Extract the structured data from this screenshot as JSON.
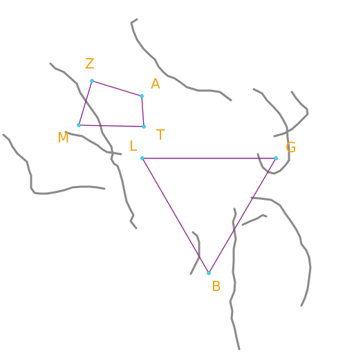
{
  "points": [
    {
      "id": "Z",
      "label": "Z"
    },
    {
      "id": "A",
      "label": "A"
    },
    {
      "id": "T",
      "label": "T"
    },
    {
      "id": "M",
      "label": "M"
    },
    {
      "id": "L",
      "label": "L"
    },
    {
      "id": "G",
      "label": "G"
    },
    {
      "id": "B",
      "label": "B"
    }
  ],
  "shapes": [
    {
      "name": "quadrilateral",
      "vertices": [
        "Z",
        "A",
        "T",
        "M"
      ]
    },
    {
      "name": "triangle",
      "vertices": [
        "L",
        "G",
        "B"
      ]
    }
  ],
  "colors": {
    "label": "#f2a20f",
    "edge": "#8b2a8e",
    "point": "#35d9f0",
    "river": "#8a8a8a",
    "background": "#ffffff"
  }
}
